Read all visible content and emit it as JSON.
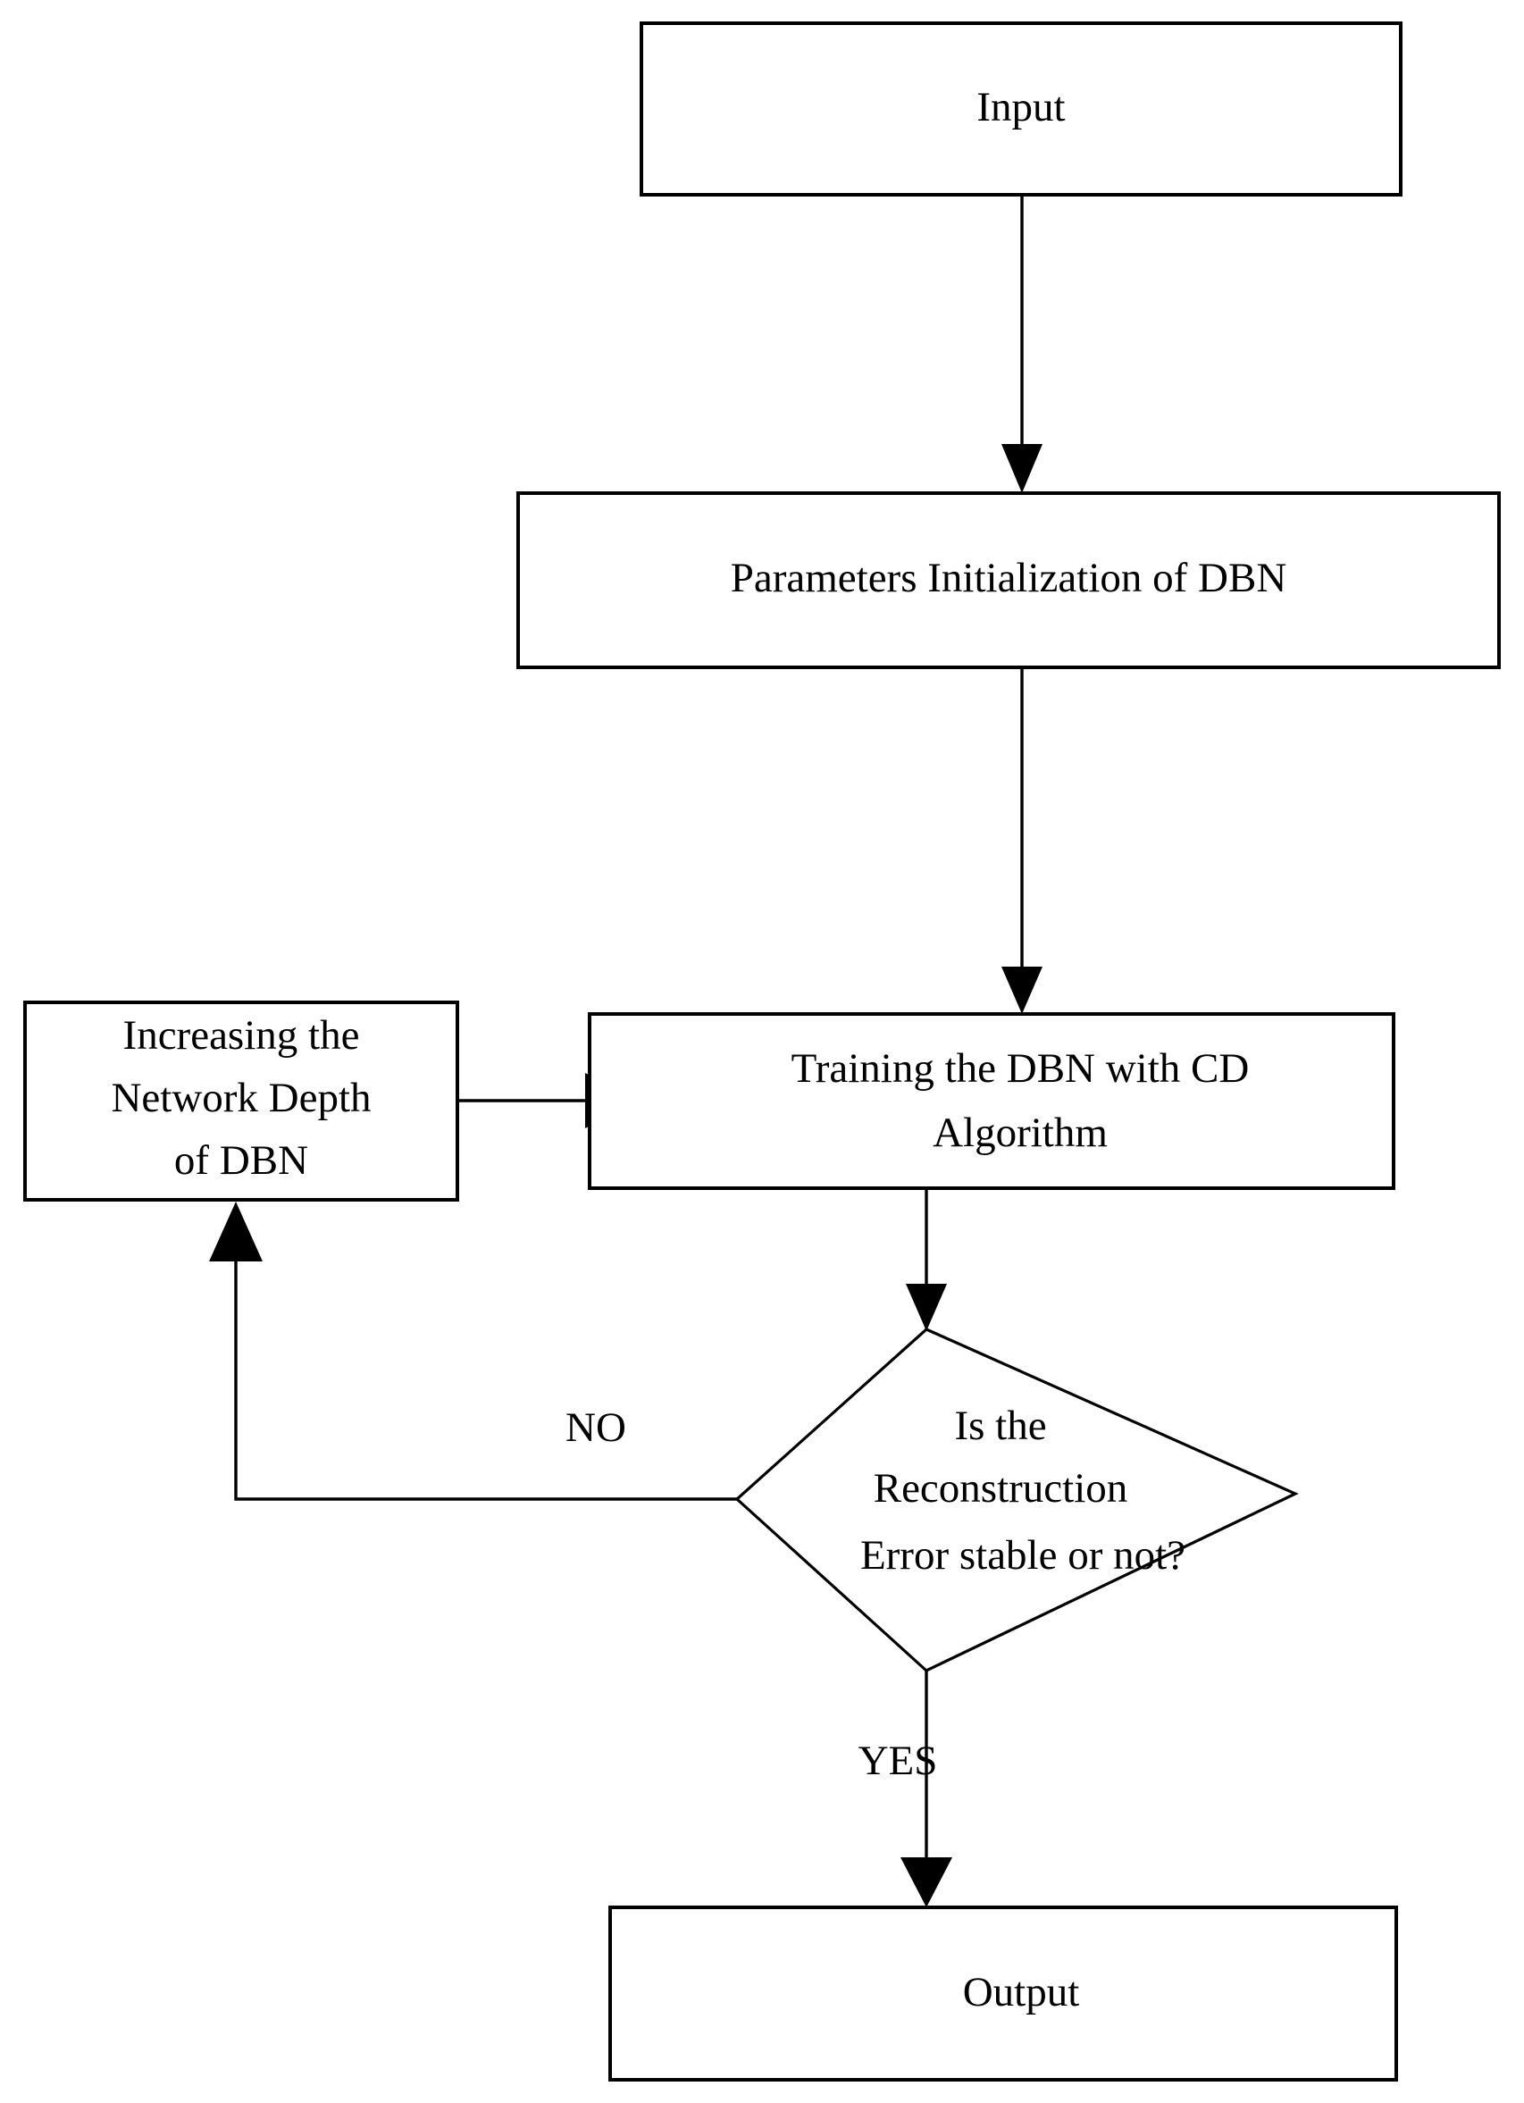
{
  "diagram": {
    "type": "flowchart",
    "title": "DBN Training Flowchart",
    "background_color": "#ffffff",
    "line_color": "#000000",
    "text_color": "#000000",
    "nodes": [
      {
        "id": "input",
        "shape": "rectangle",
        "label": "Input",
        "lines": [
          "Input"
        ]
      },
      {
        "id": "params-init",
        "shape": "rectangle",
        "label": "Parameters Initialization of DBN",
        "lines": [
          "Parameters Initialization of DBN"
        ]
      },
      {
        "id": "increase-depth",
        "shape": "rectangle",
        "label": "Increasing the Network Depth of DBN",
        "lines": [
          "Increasing the",
          "Network Depth",
          "of DBN"
        ]
      },
      {
        "id": "train-dbn",
        "shape": "rectangle",
        "label": "Training the DBN with CD Algorithm",
        "lines": [
          "Training the DBN with CD",
          "Algorithm"
        ]
      },
      {
        "id": "decision",
        "shape": "diamond",
        "label": "Is the Reconstruction Error stable or not?",
        "lines": [
          "Is the",
          "Reconstruction",
          "Error stable or not?"
        ]
      },
      {
        "id": "output",
        "shape": "rectangle",
        "label": "Output",
        "lines": [
          "Output"
        ]
      }
    ],
    "edges": [
      {
        "id": "e1",
        "from": "input",
        "to": "params-init",
        "label": "",
        "direction": "down"
      },
      {
        "id": "e2",
        "from": "params-init",
        "to": "train-dbn",
        "label": "",
        "direction": "down"
      },
      {
        "id": "e3",
        "from": "increase-depth",
        "to": "train-dbn",
        "label": "",
        "direction": "right"
      },
      {
        "id": "e4",
        "from": "train-dbn",
        "to": "decision",
        "label": "",
        "direction": "down"
      },
      {
        "id": "e5",
        "from": "decision",
        "to": "increase-depth",
        "label": "NO",
        "direction": "left-up"
      },
      {
        "id": "e6",
        "from": "decision",
        "to": "output",
        "label": "YES",
        "direction": "down"
      }
    ],
    "edge_labels": {
      "no": "NO",
      "yes": "YES"
    }
  }
}
